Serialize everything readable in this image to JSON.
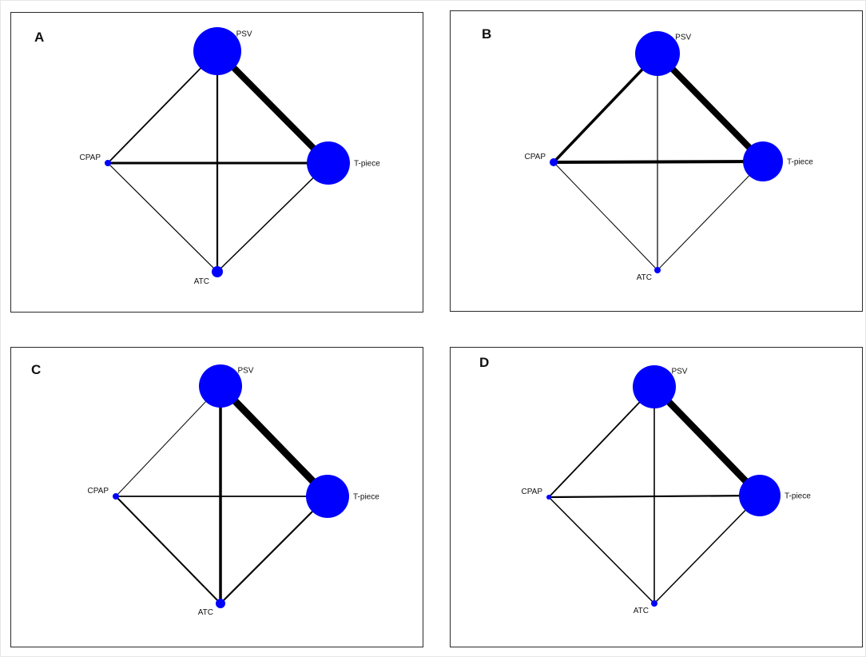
{
  "figure": {
    "panels": [
      {
        "letter": "A",
        "nodes": {
          "PSV": {
            "label": "PSV",
            "size": 30
          },
          "CPAP": {
            "label": "CPAP",
            "size": 4
          },
          "T-piece": {
            "label": "T-piece",
            "size": 27
          },
          "ATC": {
            "label": "ATC",
            "size": 7
          }
        },
        "edges": [
          {
            "from": "PSV",
            "to": "T-piece",
            "weight": 8
          },
          {
            "from": "PSV",
            "to": "CPAP",
            "weight": 1.8
          },
          {
            "from": "PSV",
            "to": "ATC",
            "weight": 2.2
          },
          {
            "from": "CPAP",
            "to": "T-piece",
            "weight": 3
          },
          {
            "from": "CPAP",
            "to": "ATC",
            "weight": 1.2
          },
          {
            "from": "T-piece",
            "to": "ATC",
            "weight": 1.5
          }
        ]
      },
      {
        "letter": "B",
        "nodes": {
          "PSV": {
            "label": "PSV",
            "size": 28
          },
          "CPAP": {
            "label": "CPAP",
            "size": 5
          },
          "T-piece": {
            "label": "T-piece",
            "size": 25
          },
          "ATC": {
            "label": "ATC",
            "size": 4
          }
        },
        "edges": [
          {
            "from": "PSV",
            "to": "T-piece",
            "weight": 8
          },
          {
            "from": "PSV",
            "to": "CPAP",
            "weight": 3.5
          },
          {
            "from": "PSV",
            "to": "ATC",
            "weight": 1.2
          },
          {
            "from": "CPAP",
            "to": "T-piece",
            "weight": 4
          },
          {
            "from": "CPAP",
            "to": "ATC",
            "weight": 1.0
          },
          {
            "from": "T-piece",
            "to": "ATC",
            "weight": 1.0
          }
        ]
      },
      {
        "letter": "C",
        "nodes": {
          "PSV": {
            "label": "PSV",
            "size": 27
          },
          "CPAP": {
            "label": "CPAP",
            "size": 4
          },
          "T-piece": {
            "label": "T-piece",
            "size": 27
          },
          "ATC": {
            "label": "ATC",
            "size": 6
          }
        },
        "edges": [
          {
            "from": "PSV",
            "to": "T-piece",
            "weight": 9
          },
          {
            "from": "PSV",
            "to": "CPAP",
            "weight": 1.0
          },
          {
            "from": "PSV",
            "to": "ATC",
            "weight": 3.5
          },
          {
            "from": "CPAP",
            "to": "T-piece",
            "weight": 1.8
          },
          {
            "from": "CPAP",
            "to": "ATC",
            "weight": 2
          },
          {
            "from": "T-piece",
            "to": "ATC",
            "weight": 2.2
          }
        ]
      },
      {
        "letter": "D",
        "nodes": {
          "PSV": {
            "label": "PSV",
            "size": 27
          },
          "CPAP": {
            "label": "CPAP",
            "size": 3
          },
          "T-piece": {
            "label": "T-piece",
            "size": 26
          },
          "ATC": {
            "label": "ATC",
            "size": 4
          }
        },
        "edges": [
          {
            "from": "PSV",
            "to": "T-piece",
            "weight": 8.5
          },
          {
            "from": "PSV",
            "to": "CPAP",
            "weight": 1.8
          },
          {
            "from": "PSV",
            "to": "ATC",
            "weight": 1.6
          },
          {
            "from": "CPAP",
            "to": "T-piece",
            "weight": 2.2
          },
          {
            "from": "CPAP",
            "to": "ATC",
            "weight": 1.5
          },
          {
            "from": "T-piece",
            "to": "ATC",
            "weight": 1.5
          }
        ]
      }
    ],
    "colors": {
      "node": "#0000ff",
      "edge": "#000000",
      "frame": "#2a2a2a",
      "text": "#111111"
    }
  }
}
